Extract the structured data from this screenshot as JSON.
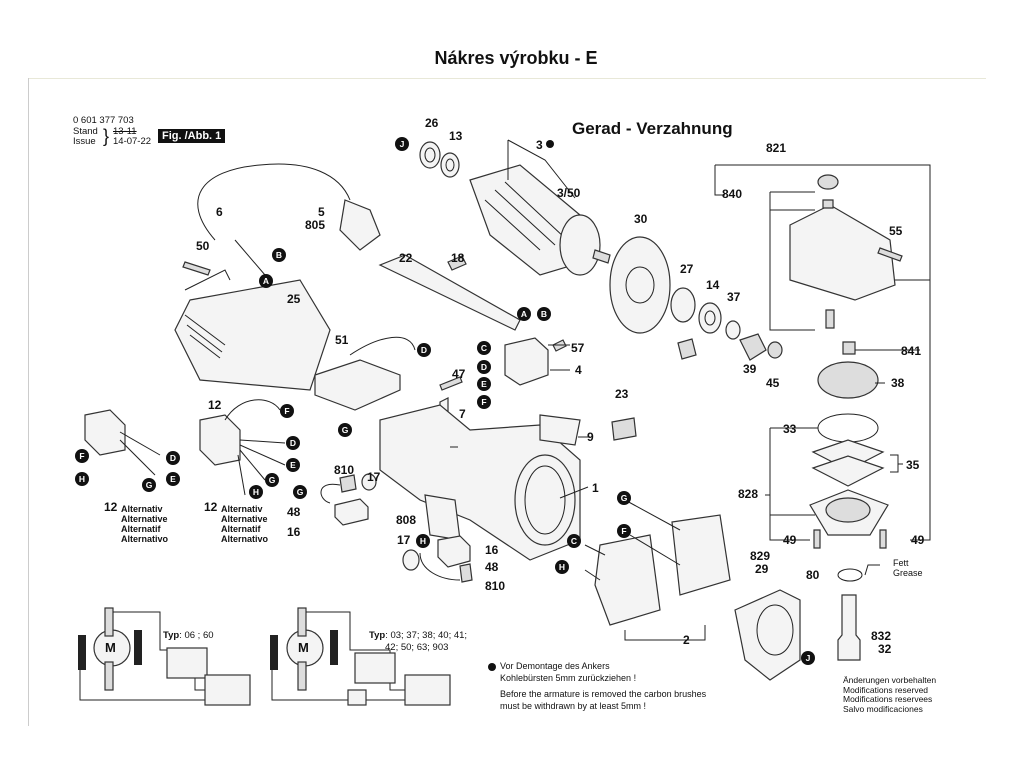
{
  "page_title": "Nákres výrobku - E",
  "drawing": {
    "part_number": "0 601 377 703",
    "stand_label": "Stand",
    "issue_label": "Issue",
    "stand_value_struck": "13-11",
    "issue_date": "14-07-22",
    "figure_label": "Fig. /Abb. 1",
    "heading": "Gerad - Verzahnung",
    "part_labels": {
      "p26": "26",
      "p13": "13",
      "p3": "3",
      "p3_50": "3/50",
      "p821": "821",
      "p840": "840",
      "p55": "55",
      "p30": "30",
      "p27": "27",
      "p14": "14",
      "p37": "37",
      "p39": "39",
      "p45": "45",
      "p841": "841",
      "p38": "38",
      "p33": "33",
      "p35": "35",
      "p828": "828",
      "p49a": "49",
      "p49b": "49",
      "p80": "80",
      "p829": "829",
      "p29": "29",
      "p832": "832",
      "p32": "32",
      "p6": "6",
      "p5": "5",
      "p805": "805",
      "p50": "50",
      "p25": "25",
      "p22": "22",
      "p18": "18",
      "p51": "51",
      "p57": "57",
      "p4": "4",
      "p47": "47",
      "p7": "7",
      "p23": "23",
      "p9": "9",
      "p1": "1",
      "p12a": "12",
      "p12b": "12",
      "p12c": "12",
      "p810a": "810",
      "p17a": "17",
      "p48a": "48",
      "p16a": "16",
      "p808": "808",
      "p17b": "17",
      "p16b": "16",
      "p48b": "48",
      "p810b": "810",
      "p2": "2"
    },
    "connector_markers": [
      "A",
      "B",
      "C",
      "D",
      "E",
      "F",
      "G",
      "H",
      "J"
    ],
    "alternative_lines": [
      "Alternativ",
      "Alternative",
      "Alternatif",
      "Alternativo"
    ],
    "grease_label_de": "Fett",
    "grease_label_en": "Grease",
    "wiring_type_1_label": "Typ",
    "wiring_type_1_values": ": 06 ; 60",
    "wiring_type_2_label": "Typ",
    "wiring_type_2_values_line1": ": 03; 37; 38; 40; 41;",
    "wiring_type_2_values_line2": "42; 50; 63; 903",
    "motor_symbol": "M",
    "note_de_line1": "Vor Demontage des Ankers",
    "note_de_line2": "Kohlebürsten 5mm zurückziehen !",
    "note_en_line1": "Before the armature is removed the carbon brushes",
    "note_en_line2": "must be withdrawn by at least 5mm !",
    "modifications": [
      "Änderungen vorbehalten",
      "Modifications reserved",
      "Modifications reservees",
      "Salvo modificaciones"
    ]
  }
}
